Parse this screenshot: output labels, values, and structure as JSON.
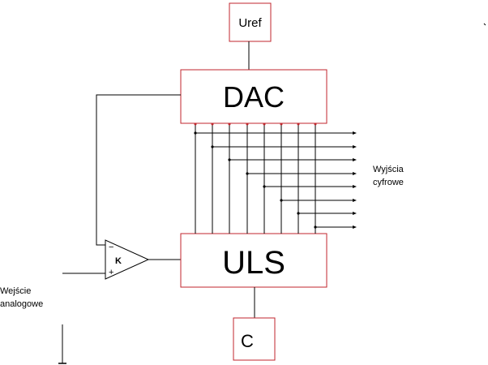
{
  "blocks": {
    "uref": "Uref",
    "dac": "DAC",
    "uls": "ULS",
    "clock": "C"
  },
  "comparator": {
    "gain": "K",
    "minus": "−",
    "plus": "+"
  },
  "labels": {
    "outputs_line1": "Wyjścia",
    "outputs_line2": "cyfrowe",
    "input_line1": "Wejście",
    "input_line2": "analogowe"
  },
  "digital_output_count": 8,
  "colors": {
    "block_border": "#c0262c",
    "wire": "#000000",
    "background": "#ffffff"
  }
}
